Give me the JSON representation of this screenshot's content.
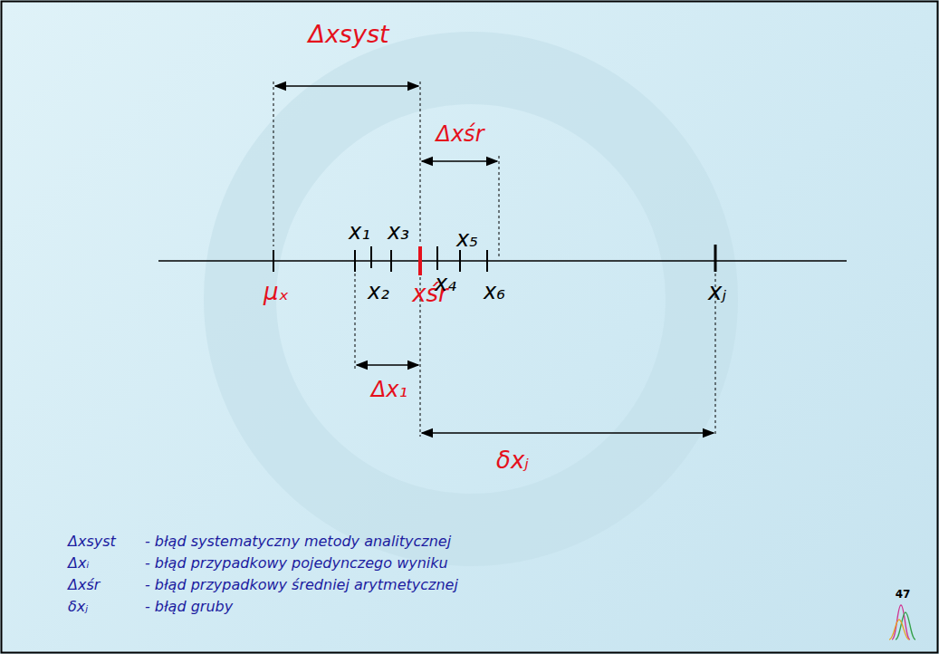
{
  "diagram": {
    "labels": [
      "Δxsyst",
      "Δxśr",
      "x₁",
      "x₃",
      "x₅",
      "μₓ",
      "x₂",
      "xśr",
      "x₄",
      "x₆",
      "xⱼ",
      "Δx₁",
      "δxⱼ",
      "Δxsyst",
      "- błąd systematyczny metody analitycznej",
      "Δxᵢ",
      "- błąd przypadkowy pojedynczego wyniku",
      "Δxśr",
      "- błąd przypadkowy średniej arytmetycznej",
      "δxⱼ",
      "- błąd gruby",
      "47"
    ]
  }
}
